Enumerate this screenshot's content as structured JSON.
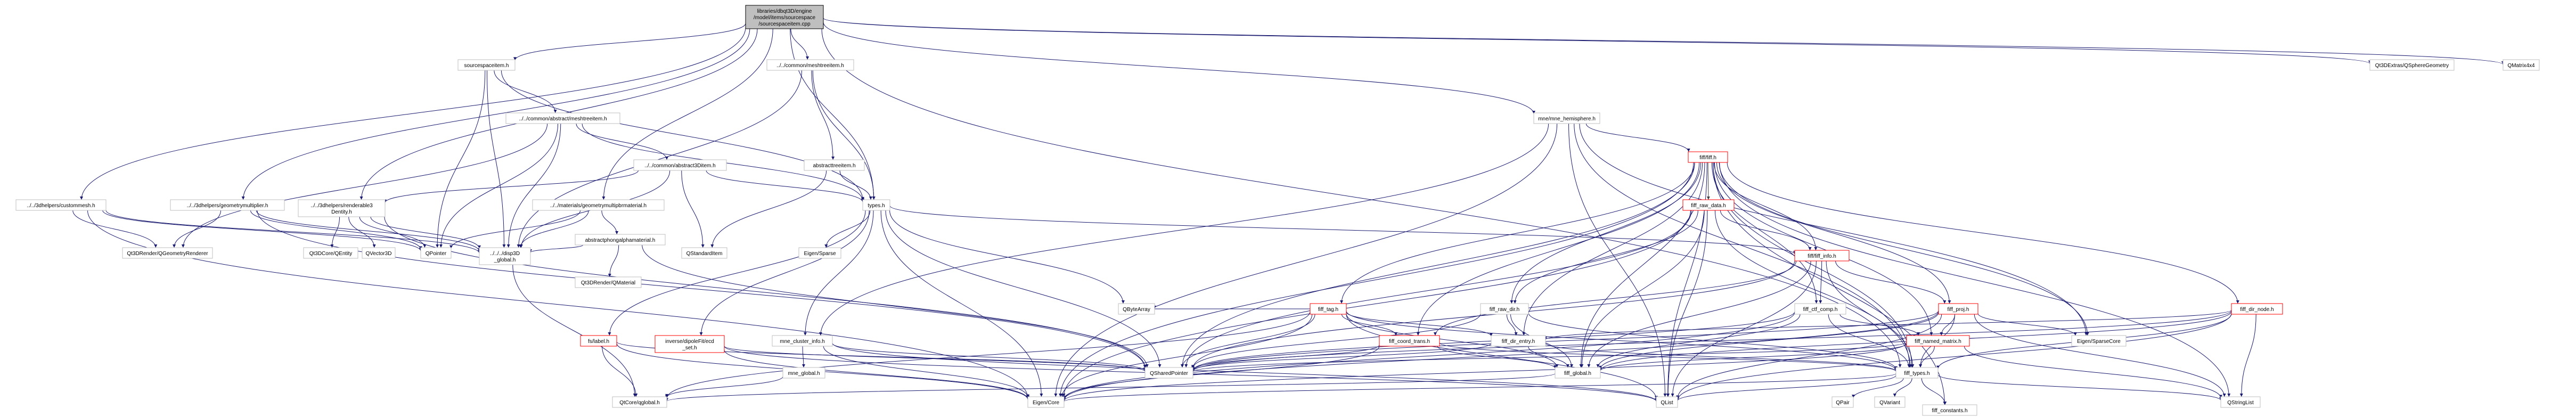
{
  "colors": {
    "edge_primary": "#191970",
    "edge_secondary": "#404040",
    "node_border": "#bfbfbf",
    "node_border_undocumented": "#ff0000",
    "root_fill": "#bfbfbf",
    "background": "#ffffff"
  },
  "nodes": [
    {
      "id": "root",
      "lines": [
        "libraries/dbqt3D/engine",
        "/model/items/sourcespace",
        "/sourcespaceitem.cpp"
      ],
      "style": "root"
    },
    {
      "id": "sourcespaceitem_h",
      "lines": [
        "sourcespaceitem.h"
      ],
      "style": "normal"
    },
    {
      "id": "abstractmeshtreeitem_h",
      "lines": [
        "../../common/abstract/meshtreeitem.h"
      ],
      "style": "normal"
    },
    {
      "id": "common_abstract3d_h",
      "lines": [
        "../../common/abstract3Ditem.h"
      ],
      "style": "normal"
    },
    {
      "id": "common_meshtreeitem_h",
      "lines": [
        "../../common/meshtreeitem.h"
      ],
      "style": "normal"
    },
    {
      "id": "abstracttreeitem_h",
      "lines": [
        "abstracttreeitem.h"
      ],
      "style": "normal"
    },
    {
      "id": "geomultipbrmaterial_h",
      "lines": [
        "../../materials/geometrymultipbrmaterial.h"
      ],
      "style": "normal"
    },
    {
      "id": "abstractphongalpha_h",
      "lines": [
        "abstractphongalphamaterial.h"
      ],
      "style": "normal"
    },
    {
      "id": "custommesh_h",
      "lines": [
        "../../3dhelpers/custommesh.h"
      ],
      "style": "normal"
    },
    {
      "id": "geometrymultiplier_h",
      "lines": [
        "../../3dhelpers/geometrymultiplier.h"
      ],
      "style": "normal"
    },
    {
      "id": "renderable3d_h",
      "lines": [
        "../../3dhelpers/renderable3",
        "Dentity.h"
      ],
      "style": "normal"
    },
    {
      "id": "disp3d_global_h",
      "lines": [
        "../../../disp3D",
        "_global.h"
      ],
      "style": "normal"
    },
    {
      "id": "types_h",
      "lines": [
        "types.h"
      ],
      "style": "normal"
    },
    {
      "id": "fiff_h",
      "lines": [
        "fiff/fiff.h"
      ],
      "style": "red"
    },
    {
      "id": "fiff_raw_data_h",
      "lines": [
        "fiff_raw_data.h"
      ],
      "style": "red"
    },
    {
      "id": "fiff_info_h",
      "lines": [
        "fiff/fiff_info.h"
      ],
      "style": "red"
    },
    {
      "id": "fiff_tag_h",
      "lines": [
        "fiff_tag.h"
      ],
      "style": "red"
    },
    {
      "id": "fiff_raw_dir_h",
      "lines": [
        "fiff_raw_dir.h"
      ],
      "style": "normal"
    },
    {
      "id": "fiff_ctf_comp_h",
      "lines": [
        "fiff_ctf_comp.h"
      ],
      "style": "normal"
    },
    {
      "id": "fiff_proj_h",
      "lines": [
        "fiff_proj.h"
      ],
      "style": "red"
    },
    {
      "id": "fiff_dir_node_h",
      "lines": [
        "fiff_dir_node.h"
      ],
      "style": "red"
    },
    {
      "id": "fiff_coord_trans_h",
      "lines": [
        "fiff_coord_trans.h"
      ],
      "style": "red"
    },
    {
      "id": "fiff_dir_entry_h",
      "lines": [
        "fiff_dir_entry.h"
      ],
      "style": "normal"
    },
    {
      "id": "fiff_named_matrix_h",
      "lines": [
        "fiff_named_matrix.h"
      ],
      "style": "red"
    },
    {
      "id": "fiff_global_h",
      "lines": [
        "fiff_global.h"
      ],
      "style": "normal"
    },
    {
      "id": "fiff_types_h",
      "lines": [
        "fiff_types.h"
      ],
      "style": "normal"
    },
    {
      "id": "fiff_constants_h",
      "lines": [
        "fiff_constants.h"
      ],
      "style": "normal"
    },
    {
      "id": "mne_hemisphere_h",
      "lines": [
        "mne/mne_hemisphere.h"
      ],
      "style": "normal"
    },
    {
      "id": "mne_cluster_info_h",
      "lines": [
        "mne_cluster_info.h"
      ],
      "style": "normal"
    },
    {
      "id": "mne_global_h",
      "lines": [
        "mne_global.h"
      ],
      "style": "normal"
    },
    {
      "id": "fs_label_h",
      "lines": [
        "fs/label.h"
      ],
      "style": "red"
    },
    {
      "id": "inv_dipolefit_h",
      "lines": [
        "inverse/dipoleFit/ecd",
        "_set.h"
      ],
      "style": "red"
    },
    {
      "id": "qt3d_geometryrenderer",
      "lines": [
        "Qt3DRender/QGeometryRenderer"
      ],
      "style": "normal"
    },
    {
      "id": "qt3dcore_qentity",
      "lines": [
        "Qt3DCore/QEntity"
      ],
      "style": "normal"
    },
    {
      "id": "qvector3d",
      "lines": [
        "QVector3D"
      ],
      "style": "normal"
    },
    {
      "id": "qpointer",
      "lines": [
        "QPointer"
      ],
      "style": "normal"
    },
    {
      "id": "qt3drender_qmaterial",
      "lines": [
        "Qt3DRender/QMaterial"
      ],
      "style": "normal"
    },
    {
      "id": "qstandarditem",
      "lines": [
        "QStandardItem"
      ],
      "style": "normal"
    },
    {
      "id": "eigen_sparse",
      "lines": [
        "Eigen/Sparse"
      ],
      "style": "normal"
    },
    {
      "id": "qbytearray",
      "lines": [
        "QByteArray"
      ],
      "style": "normal"
    },
    {
      "id": "qsharedpointer",
      "lines": [
        "QSharedPointer"
      ],
      "style": "normal"
    },
    {
      "id": "qtcore_qglobal",
      "lines": [
        "QtCore/qglobal.h"
      ],
      "style": "normal"
    },
    {
      "id": "eigen_core",
      "lines": [
        "Eigen/Core"
      ],
      "style": "normal"
    },
    {
      "id": "qlist",
      "lines": [
        "QList"
      ],
      "style": "normal"
    },
    {
      "id": "qpair",
      "lines": [
        "QPair"
      ],
      "style": "normal"
    },
    {
      "id": "qvariant",
      "lines": [
        "QVariant"
      ],
      "style": "normal"
    },
    {
      "id": "qstringlist",
      "lines": [
        "QStringList"
      ],
      "style": "normal"
    },
    {
      "id": "eigen_sparsecore",
      "lines": [
        "Eigen/SparseCore"
      ],
      "style": "normal"
    },
    {
      "id": "qt3dextras_qsphere",
      "lines": [
        "Qt3DExtras/QSphereGeometry"
      ],
      "style": "normal"
    },
    {
      "id": "qmatrix4x4",
      "lines": [
        "QMatrix4x4"
      ],
      "style": "normal"
    }
  ],
  "edges": [
    [
      "root",
      "sourcespaceitem_h",
      "blue"
    ],
    [
      "root",
      "common_meshtreeitem_h",
      "blue"
    ],
    [
      "root",
      "mne_hemisphere_h",
      "blue"
    ],
    [
      "root",
      "geomultipbrmaterial_h",
      "blue"
    ],
    [
      "root",
      "custommesh_h",
      "blue"
    ],
    [
      "root",
      "geometrymultiplier_h",
      "blue"
    ],
    [
      "root",
      "renderable3d_h",
      "blue"
    ],
    [
      "root",
      "qt3dextras_qsphere",
      "blue"
    ],
    [
      "root",
      "qmatrix4x4",
      "blue"
    ],
    [
      "root",
      "fiff_types_h",
      "blue"
    ],
    [
      "root",
      "types_h",
      "blue"
    ],
    [
      "sourcespaceitem_h",
      "abstractmeshtreeitem_h",
      "blue"
    ],
    [
      "sourcespaceitem_h",
      "disp3d_global_h",
      "blue"
    ],
    [
      "sourcespaceitem_h",
      "qpointer",
      "blue"
    ],
    [
      "sourcespaceitem_h",
      "types_h",
      "blue"
    ],
    [
      "abstractmeshtreeitem_h",
      "common_abstract3d_h",
      "blue"
    ],
    [
      "abstractmeshtreeitem_h",
      "qt3d_geometryrenderer",
      "blue"
    ],
    [
      "abstractmeshtreeitem_h",
      "disp3d_global_h",
      "blue"
    ],
    [
      "abstractmeshtreeitem_h",
      "qpointer",
      "blue"
    ],
    [
      "abstractmeshtreeitem_h",
      "types_h",
      "blue"
    ],
    [
      "common_abstract3d_h",
      "renderable3d_h",
      "blue"
    ],
    [
      "common_abstract3d_h",
      "disp3d_global_h",
      "blue"
    ],
    [
      "common_abstract3d_h",
      "qstandarditem",
      "blue"
    ],
    [
      "common_abstract3d_h",
      "types_h",
      "blue"
    ],
    [
      "common_meshtreeitem_h",
      "abstracttreeitem_h",
      "blue"
    ],
    [
      "common_meshtreeitem_h",
      "disp3d_global_h",
      "blue"
    ],
    [
      "common_meshtreeitem_h",
      "types_h",
      "blue"
    ],
    [
      "abstracttreeitem_h",
      "types_h",
      "blue"
    ],
    [
      "abstracttreeitem_h",
      "qstandarditem",
      "blue"
    ],
    [
      "geomultipbrmaterial_h",
      "abstractphongalpha_h",
      "blue"
    ],
    [
      "geomultipbrmaterial_h",
      "disp3d_global_h",
      "blue"
    ],
    [
      "geomultipbrmaterial_h",
      "qpointer",
      "blue"
    ],
    [
      "abstractphongalpha_h",
      "qt3drender_qmaterial",
      "blue"
    ],
    [
      "abstractphongalpha_h",
      "disp3d_global_h",
      "blue"
    ],
    [
      "abstractphongalpha_h",
      "qsharedpointer",
      "blue"
    ],
    [
      "custommesh_h",
      "qt3d_geometryrenderer",
      "blue"
    ],
    [
      "custommesh_h",
      "disp3d_global_h",
      "blue"
    ],
    [
      "custommesh_h",
      "eigen_core",
      "blue"
    ],
    [
      "custommesh_h",
      "qpointer",
      "blue"
    ],
    [
      "geometrymultiplier_h",
      "qt3d_geometryrenderer",
      "blue"
    ],
    [
      "geometrymultiplier_h",
      "disp3d_global_h",
      "blue"
    ],
    [
      "geometrymultiplier_h",
      "qpointer",
      "blue"
    ],
    [
      "geometrymultiplier_h",
      "qsharedpointer",
      "blue"
    ],
    [
      "renderable3d_h",
      "qt3dcore_qentity",
      "blue"
    ],
    [
      "renderable3d_h",
      "qvector3d",
      "blue"
    ],
    [
      "renderable3d_h",
      "disp3d_global_h",
      "blue"
    ],
    [
      "renderable3d_h",
      "qpointer",
      "blue"
    ],
    [
      "renderable3d_h",
      "qsharedpointer",
      "blue"
    ],
    [
      "disp3d_global_h",
      "qtcore_qglobal",
      "blue"
    ],
    [
      "types_h",
      "fiff_info_h",
      "blue"
    ],
    [
      "types_h",
      "eigen_sparse",
      "blue"
    ],
    [
      "types_h",
      "qbytearray",
      "blue"
    ],
    [
      "types_h",
      "fs_label_h",
      "blue"
    ],
    [
      "types_h",
      "inv_dipolefit_h",
      "blue"
    ],
    [
      "types_h",
      "mne_cluster_info_h",
      "blue"
    ],
    [
      "types_h",
      "qsharedpointer",
      "blue"
    ],
    [
      "types_h",
      "eigen_core",
      "blue"
    ],
    [
      "mne_hemisphere_h",
      "fiff_h",
      "blue"
    ],
    [
      "mne_hemisphere_h",
      "mne_cluster_info_h",
      "blue"
    ],
    [
      "mne_hemisphere_h",
      "eigen_core",
      "blue"
    ],
    [
      "mne_hemisphere_h",
      "eigen_sparsecore",
      "blue"
    ],
    [
      "mne_hemisphere_h",
      "qlist",
      "blue"
    ],
    [
      "mne_hemisphere_h",
      "fiff_types_h",
      "blue"
    ],
    [
      "fiff_h",
      "fiff_raw_data_h",
      "gray"
    ],
    [
      "fiff_h",
      "fiff_info_h",
      "blue"
    ],
    [
      "fiff_h",
      "fiff_tag_h",
      "blue"
    ],
    [
      "fiff_h",
      "fiff_raw_dir_h",
      "blue"
    ],
    [
      "fiff_h",
      "fiff_ctf_comp_h",
      "blue"
    ],
    [
      "fiff_h",
      "fiff_proj_h",
      "blue"
    ],
    [
      "fiff_h",
      "fiff_dir_node_h",
      "blue"
    ],
    [
      "fiff_h",
      "fiff_coord_trans_h",
      "blue"
    ],
    [
      "fiff_h",
      "fiff_dir_entry_h",
      "blue"
    ],
    [
      "fiff_h",
      "fiff_named_matrix_h",
      "blue"
    ],
    [
      "fiff_h",
      "fiff_global_h",
      "blue"
    ],
    [
      "fiff_h",
      "fiff_types_h",
      "blue"
    ],
    [
      "fiff_h",
      "fiff_constants_h",
      "blue"
    ],
    [
      "fiff_h",
      "eigen_core",
      "blue"
    ],
    [
      "fiff_h",
      "qlist",
      "blue"
    ],
    [
      "fiff_h",
      "qsharedpointer",
      "blue"
    ],
    [
      "fiff_h",
      "qstringlist",
      "blue"
    ],
    [
      "fiff_h",
      "eigen_sparsecore",
      "blue"
    ],
    [
      "fiff_raw_data_h",
      "fiff_info_h",
      "blue"
    ],
    [
      "fiff_raw_data_h",
      "fiff_raw_dir_h",
      "blue"
    ],
    [
      "fiff_raw_data_h",
      "fiff_global_h",
      "blue"
    ],
    [
      "fiff_raw_data_h",
      "fiff_types_h",
      "blue"
    ],
    [
      "fiff_raw_data_h",
      "qsharedpointer",
      "blue"
    ],
    [
      "fiff_raw_data_h",
      "eigen_core",
      "blue"
    ],
    [
      "fiff_raw_data_h",
      "qlist",
      "blue"
    ],
    [
      "fiff_info_h",
      "fiff_ctf_comp_h",
      "blue"
    ],
    [
      "fiff_info_h",
      "fiff_proj_h",
      "blue"
    ],
    [
      "fiff_info_h",
      "fiff_coord_trans_h",
      "blue"
    ],
    [
      "fiff_info_h",
      "fiff_global_h",
      "blue"
    ],
    [
      "fiff_info_h",
      "fiff_types_h",
      "blue"
    ],
    [
      "fiff_info_h",
      "qsharedpointer",
      "blue"
    ],
    [
      "fiff_info_h",
      "qlist",
      "blue"
    ],
    [
      "fiff_tag_h",
      "fiff_coord_trans_h",
      "blue"
    ],
    [
      "fiff_tag_h",
      "fiff_dir_entry_h",
      "blue"
    ],
    [
      "fiff_tag_h",
      "fiff_global_h",
      "blue"
    ],
    [
      "fiff_tag_h",
      "fiff_types_h",
      "blue"
    ],
    [
      "fiff_tag_h",
      "qbytearray",
      "blue"
    ],
    [
      "fiff_tag_h",
      "qsharedpointer",
      "blue"
    ],
    [
      "fiff_tag_h",
      "eigen_core",
      "blue"
    ],
    [
      "fiff_tag_h",
      "qlist",
      "blue"
    ],
    [
      "fiff_tag_h",
      "qtcore_qglobal",
      "blue"
    ],
    [
      "fiff_raw_dir_h",
      "fiff_dir_entry_h",
      "blue"
    ],
    [
      "fiff_raw_dir_h",
      "fiff_global_h",
      "blue"
    ],
    [
      "fiff_raw_dir_h",
      "fiff_types_h",
      "blue"
    ],
    [
      "fiff_raw_dir_h",
      "qsharedpointer",
      "blue"
    ],
    [
      "fiff_ctf_comp_h",
      "fiff_named_matrix_h",
      "blue"
    ],
    [
      "fiff_ctf_comp_h",
      "fiff_global_h",
      "blue"
    ],
    [
      "fiff_ctf_comp_h",
      "fiff_types_h",
      "blue"
    ],
    [
      "fiff_ctf_comp_h",
      "qsharedpointer",
      "blue"
    ],
    [
      "fiff_ctf_comp_h",
      "eigen_core",
      "blue"
    ],
    [
      "fiff_proj_h",
      "fiff_named_matrix_h",
      "blue"
    ],
    [
      "fiff_proj_h",
      "fiff_global_h",
      "blue"
    ],
    [
      "fiff_proj_h",
      "fiff_types_h",
      "blue"
    ],
    [
      "fiff_proj_h",
      "qsharedpointer",
      "blue"
    ],
    [
      "fiff_proj_h",
      "eigen_core",
      "blue"
    ],
    [
      "fiff_proj_h",
      "qlist",
      "blue"
    ],
    [
      "fiff_proj_h",
      "qstringlist",
      "blue"
    ],
    [
      "fiff_proj_h",
      "eigen_sparsecore",
      "blue"
    ],
    [
      "fiff_dir_node_h",
      "fiff_dir_entry_h",
      "blue"
    ],
    [
      "fiff_dir_node_h",
      "fiff_global_h",
      "blue"
    ],
    [
      "fiff_dir_node_h",
      "fiff_types_h",
      "blue"
    ],
    [
      "fiff_dir_node_h",
      "qsharedpointer",
      "blue"
    ],
    [
      "fiff_dir_node_h",
      "qlist",
      "blue"
    ],
    [
      "fiff_dir_node_h",
      "qstringlist",
      "blue"
    ],
    [
      "fiff_coord_trans_h",
      "fiff_global_h",
      "blue"
    ],
    [
      "fiff_coord_trans_h",
      "fiff_types_h",
      "blue"
    ],
    [
      "fiff_coord_trans_h",
      "qsharedpointer",
      "blue"
    ],
    [
      "fiff_coord_trans_h",
      "eigen_core",
      "blue"
    ],
    [
      "fiff_dir_entry_h",
      "fiff_global_h",
      "blue"
    ],
    [
      "fiff_dir_entry_h",
      "fiff_types_h",
      "blue"
    ],
    [
      "fiff_dir_entry_h",
      "qsharedpointer",
      "blue"
    ],
    [
      "fiff_named_matrix_h",
      "fiff_global_h",
      "blue"
    ],
    [
      "fiff_named_matrix_h",
      "fiff_types_h",
      "blue"
    ],
    [
      "fiff_named_matrix_h",
      "qsharedpointer",
      "blue"
    ],
    [
      "fiff_named_matrix_h",
      "eigen_core",
      "blue"
    ],
    [
      "fiff_named_matrix_h",
      "qstringlist",
      "blue"
    ],
    [
      "fiff_global_h",
      "qtcore_qglobal",
      "blue"
    ],
    [
      "fiff_types_h",
      "fiff_constants_h",
      "blue"
    ],
    [
      "fiff_types_h",
      "qpair",
      "blue"
    ],
    [
      "fiff_types_h",
      "qvariant",
      "blue"
    ],
    [
      "fiff_types_h",
      "qlist",
      "blue"
    ],
    [
      "fiff_types_h",
      "eigen_core",
      "blue"
    ],
    [
      "fiff_types_h",
      "qstringlist",
      "blue"
    ],
    [
      "mne_cluster_info_h",
      "mne_global_h",
      "blue"
    ],
    [
      "mne_cluster_info_h",
      "qsharedpointer",
      "blue"
    ],
    [
      "mne_cluster_info_h",
      "eigen_core",
      "blue"
    ],
    [
      "mne_cluster_info_h",
      "qlist",
      "blue"
    ],
    [
      "mne_global_h",
      "qtcore_qglobal",
      "blue"
    ],
    [
      "fs_label_h",
      "qtcore_qglobal",
      "blue"
    ],
    [
      "fs_label_h",
      "qsharedpointer",
      "blue"
    ],
    [
      "fs_label_h",
      "eigen_core",
      "blue"
    ],
    [
      "inv_dipolefit_h",
      "qsharedpointer",
      "blue"
    ],
    [
      "inv_dipolefit_h",
      "eigen_core",
      "blue"
    ],
    [
      "inv_dipolefit_h",
      "qlist",
      "blue"
    ]
  ]
}
